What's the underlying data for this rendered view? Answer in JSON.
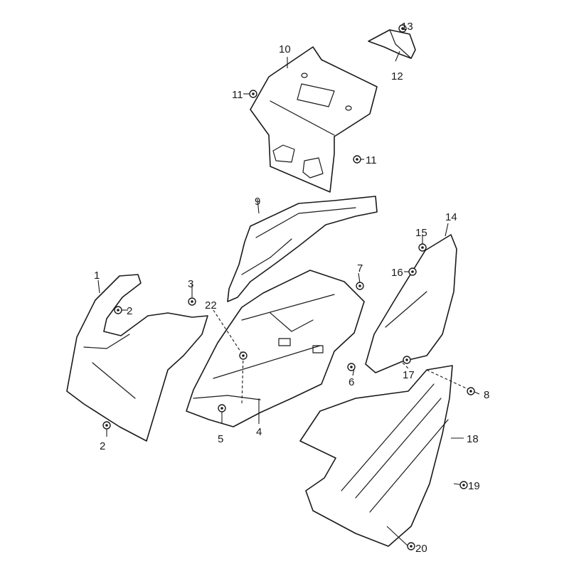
{
  "callouts": {
    "c1": "1",
    "c2a": "2",
    "c2b": "2",
    "c3": "3",
    "c4": "4",
    "c5": "5",
    "c6": "6",
    "c7": "7",
    "c8": "8",
    "c9": "9",
    "c10": "10",
    "c11a": "11",
    "c11b": "11",
    "c12": "12",
    "c13": "13",
    "c14": "14",
    "c15": "15",
    "c16": "16",
    "c17": "17",
    "c18": "18",
    "c19": "19",
    "c20": "20",
    "c22": "22"
  },
  "colors": {
    "line": "#1a1a1a",
    "background": "#ffffff"
  }
}
